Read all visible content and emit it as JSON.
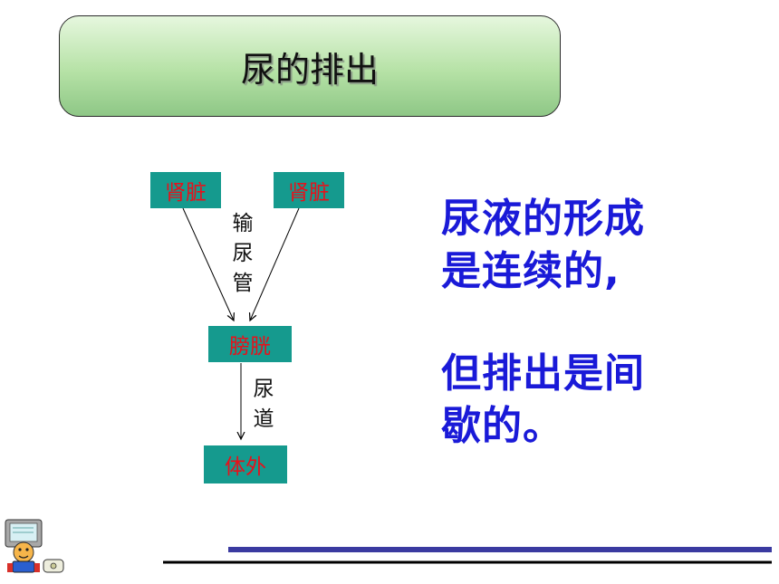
{
  "title": "尿的排出",
  "nodes": {
    "kidney_left": "肾脏",
    "kidney_right": "肾脏",
    "bladder": "膀胱",
    "outside": "体外"
  },
  "edge_labels": {
    "ureter": [
      "输",
      "尿",
      "管"
    ],
    "urethra": [
      "尿",
      "道"
    ]
  },
  "notes": {
    "line1": "尿液的形成",
    "line2": "是连续的,",
    "line3": "但排出是间",
    "line4": "歇的。"
  },
  "colors": {
    "node_fill": "#159a8e",
    "node_text": "#e8101a",
    "note_text": "#1a1ad8",
    "title_fill": "#b6e2a6",
    "footer_bar": "#3a3aa0"
  },
  "icons": [
    "computer-robot-icon"
  ]
}
